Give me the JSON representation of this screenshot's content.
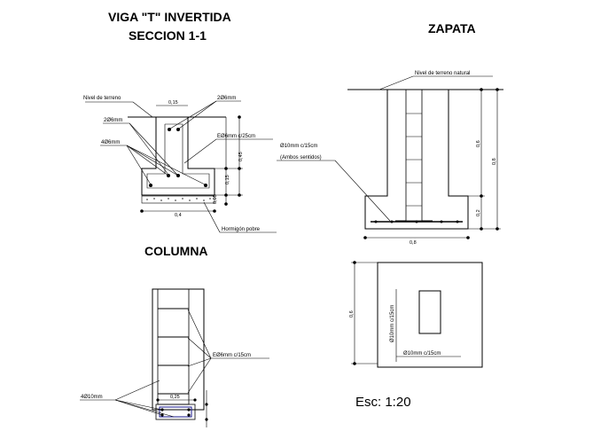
{
  "viga": {
    "title_line1": "VIGA \"T\" INVERTIDA",
    "title_line2": "SECCION 1-1",
    "label_nivel": "Nivel de terreno",
    "label_bars_top_right": "2Ø6mm",
    "label_bars_top_left": "2Ø6mm",
    "label_bars_bottom": "4Ø6mm",
    "label_stirrups": "EØ6mm c/25cm",
    "label_hormigon": "Hormigón pobre",
    "dim_top_width": "0,15",
    "dim_web_height": "0,45",
    "dim_flange_height": "0,15",
    "dim_base_height": "0,05",
    "dim_width": "0,4"
  },
  "zapata": {
    "title": "ZAPATA",
    "label_nivel": "Nivel de terreno natural",
    "label_bars": "Ø10mm c/15cm",
    "label_bars_note": "(Ambos sentidos)",
    "dim_column_height": "0,6",
    "dim_total_height": "0,8",
    "dim_footing_height": "0,2",
    "dim_width": "0,8",
    "plan_dim_side": "0,6",
    "plan_label_vertical": "Ø10mm c/15cm",
    "plan_label_horizontal": "Ø10mm c/15cm"
  },
  "columna": {
    "title": "COLUMNA",
    "label_stirrups": "EØ6mm c/15cm",
    "label_bars": "4Ø10mm",
    "dim_width": "0,25"
  },
  "scale": {
    "label": "Esc: 1:20"
  }
}
